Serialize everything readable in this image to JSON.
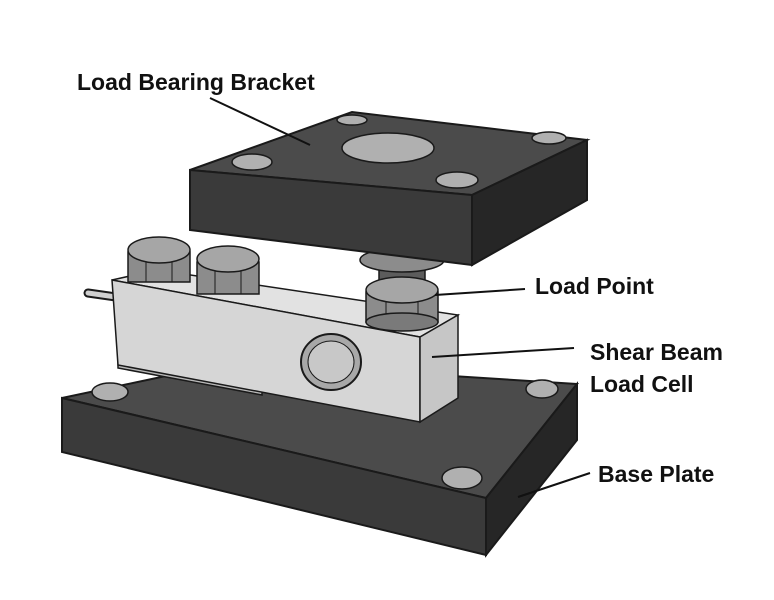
{
  "labels": {
    "bracket": "Load Bearing Bracket",
    "load_point": "Load Point",
    "load_cell_line1": "Shear Beam",
    "load_cell_line2": "Load Cell",
    "base_plate": "Base Plate"
  },
  "colors": {
    "plate_top": "#4b4b4b",
    "plate_front": "#3a3a3a",
    "plate_side": "#262626",
    "bolt_hole": "#b0b0b0",
    "load_cell_top": "#e2e2e2",
    "load_cell_front": "#d6d6d6",
    "load_cell_end": "#c6c6c6",
    "nut": "#8c8c8c",
    "outline": "#1a1a1a"
  }
}
